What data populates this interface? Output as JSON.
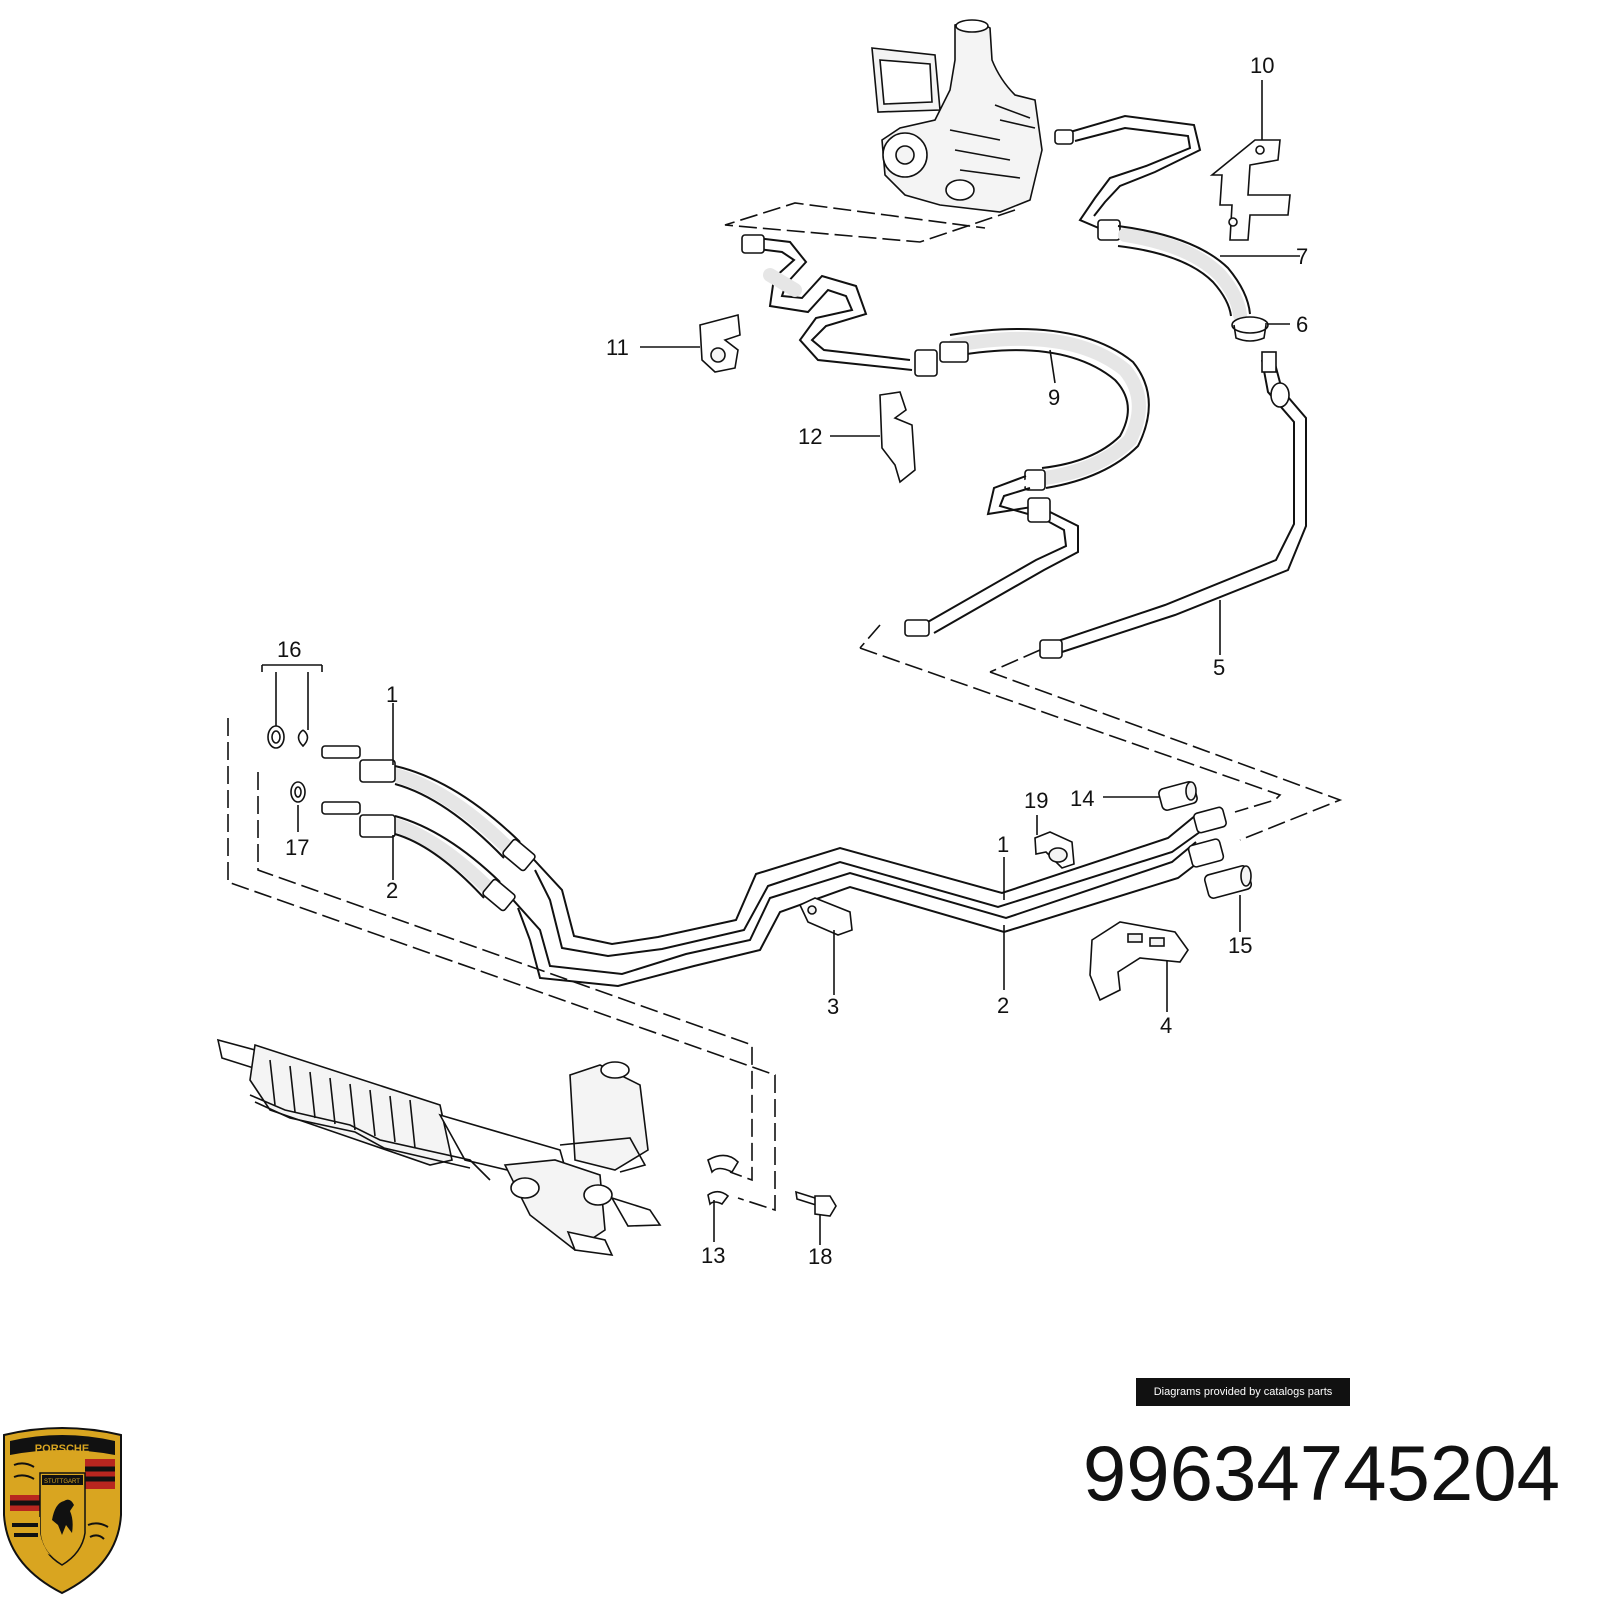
{
  "callouts": [
    {
      "id": "c1a",
      "text": "1"
    },
    {
      "id": "c1b",
      "text": "1"
    },
    {
      "id": "c2a",
      "text": "2"
    },
    {
      "id": "c2b",
      "text": "2"
    },
    {
      "id": "c3",
      "text": "3"
    },
    {
      "id": "c4",
      "text": "4"
    },
    {
      "id": "c5",
      "text": "5"
    },
    {
      "id": "c6",
      "text": "6"
    },
    {
      "id": "c7",
      "text": "7"
    },
    {
      "id": "c9",
      "text": "9"
    },
    {
      "id": "c10",
      "text": "10"
    },
    {
      "id": "c11",
      "text": "11"
    },
    {
      "id": "c12",
      "text": "12"
    },
    {
      "id": "c13",
      "text": "13"
    },
    {
      "id": "c14",
      "text": "14"
    },
    {
      "id": "c15",
      "text": "15"
    },
    {
      "id": "c16",
      "text": "16"
    },
    {
      "id": "c17",
      "text": "17"
    },
    {
      "id": "c18",
      "text": "18"
    },
    {
      "id": "c19",
      "text": "19"
    }
  ],
  "banner_text": "Diagrams provided by catalogs parts",
  "part_number": "99634745204",
  "logo": {
    "name": "porsche-crest-icon",
    "wordmark": "PORSCHE",
    "city": "STUTTGART",
    "colors": {
      "gold": "#d9a520",
      "red": "#b8261f",
      "black": "#111111"
    }
  }
}
